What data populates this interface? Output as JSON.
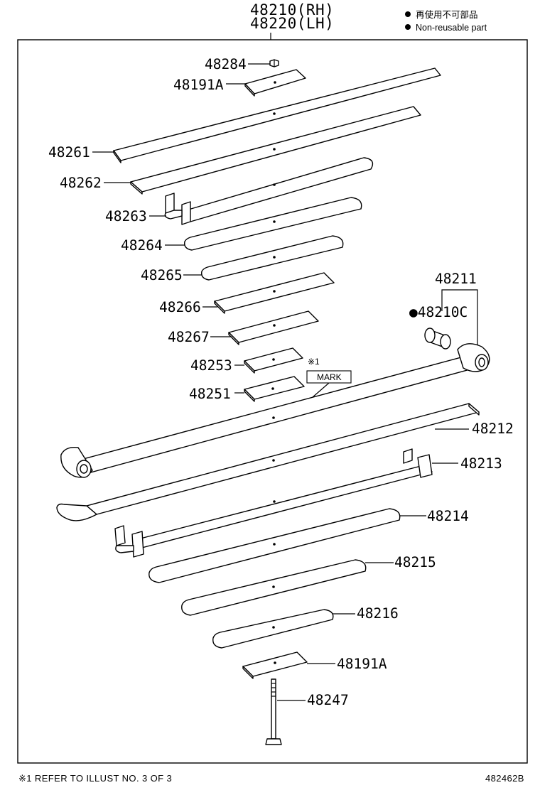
{
  "header": {
    "assembly_rh": "48210(RH)",
    "assembly_lh": "48220(LH)"
  },
  "legend": {
    "line_jp": "再使用不可部品",
    "line_en": "Non-reusable part"
  },
  "labels": {
    "p48284": "48284",
    "p48191a_top": "48191A",
    "p48261": "48261",
    "p48262": "48262",
    "p48263": "48263",
    "p48264": "48264",
    "p48265": "48265",
    "p48266": "48266",
    "p48267": "48267",
    "p48253": "48253",
    "p48251": "48251",
    "p48211": "48211",
    "p48210c": "●48210C",
    "note_ref": "※1",
    "mark": "MARK",
    "p48212": "48212",
    "p48213": "48213",
    "p48214": "48214",
    "p48215": "48215",
    "p48216": "48216",
    "p48191a_bottom": "48191A",
    "p48247": "48247"
  },
  "footer": {
    "note": "※1 REFER TO ILLUST NO. 3 OF 3",
    "illustration_id": "482462B"
  }
}
